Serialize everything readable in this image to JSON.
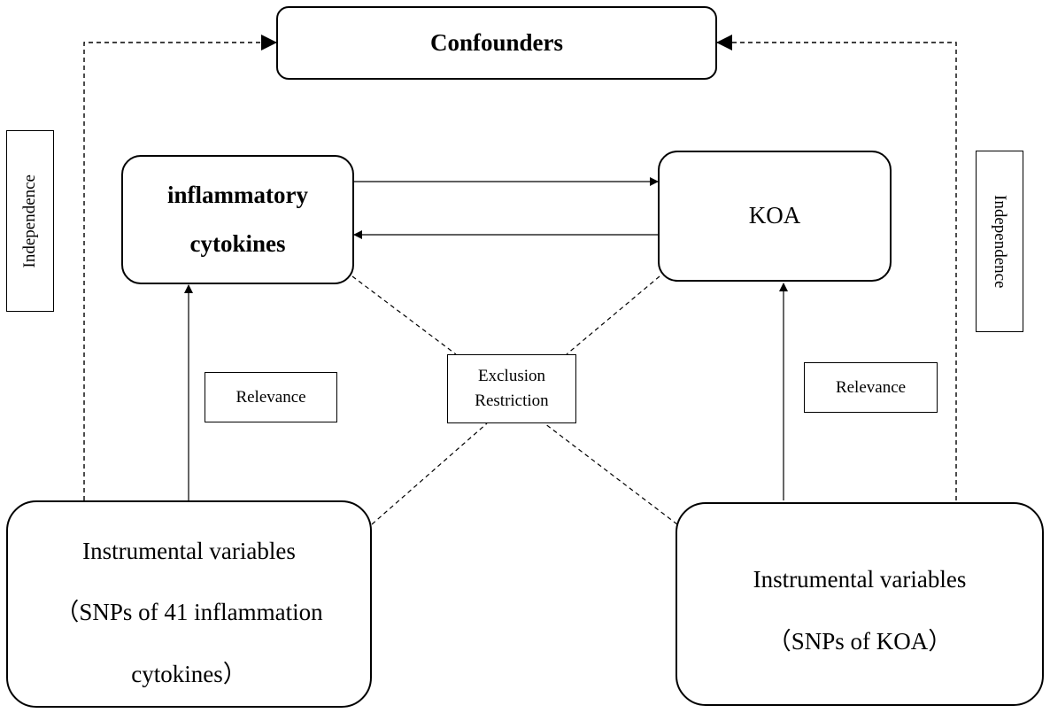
{
  "confounders": {
    "label": "Confounders"
  },
  "exposure": {
    "line1": "inflammatory",
    "line2": "cytokines"
  },
  "outcome": {
    "label": "KOA"
  },
  "iv_left": {
    "line1": "Instrumental variables",
    "line2": "（SNPs of 41 inflammation",
    "line3": "cytokines）"
  },
  "iv_right": {
    "line1": "Instrumental variables",
    "line2": "（SNPs of KOA）"
  },
  "labels": {
    "independence_left": "Independence",
    "independence_right": "Independence",
    "relevance_left": "Relevance",
    "relevance_right": "Relevance",
    "exclusion_line1": "Exclusion",
    "exclusion_line2": "Restriction"
  }
}
